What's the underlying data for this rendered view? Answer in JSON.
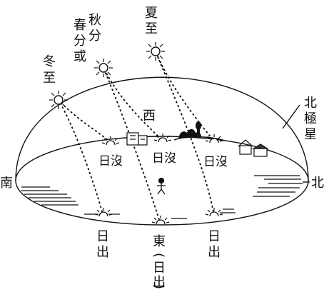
{
  "labels": {
    "summer_solstice_line1": "夏",
    "summer_solstice_line2": "至",
    "equinox_left_line1": "春",
    "equinox_left_line2": "分",
    "equinox_left_line3": "或",
    "equinox_right_line1": "秋",
    "equinox_right_line2": "分",
    "winter_solstice_line1": "冬",
    "winter_solstice_line2": "至",
    "west": "西",
    "south": "南",
    "north": "北",
    "polaris_line1": "北",
    "polaris_line2": "極",
    "polaris_line3": "星",
    "sunset": "日沒",
    "sunrise_line1": "日",
    "sunrise_line2": "出",
    "east": "東",
    "east_paren_open": "(",
    "east_paren_close": ")"
  }
}
